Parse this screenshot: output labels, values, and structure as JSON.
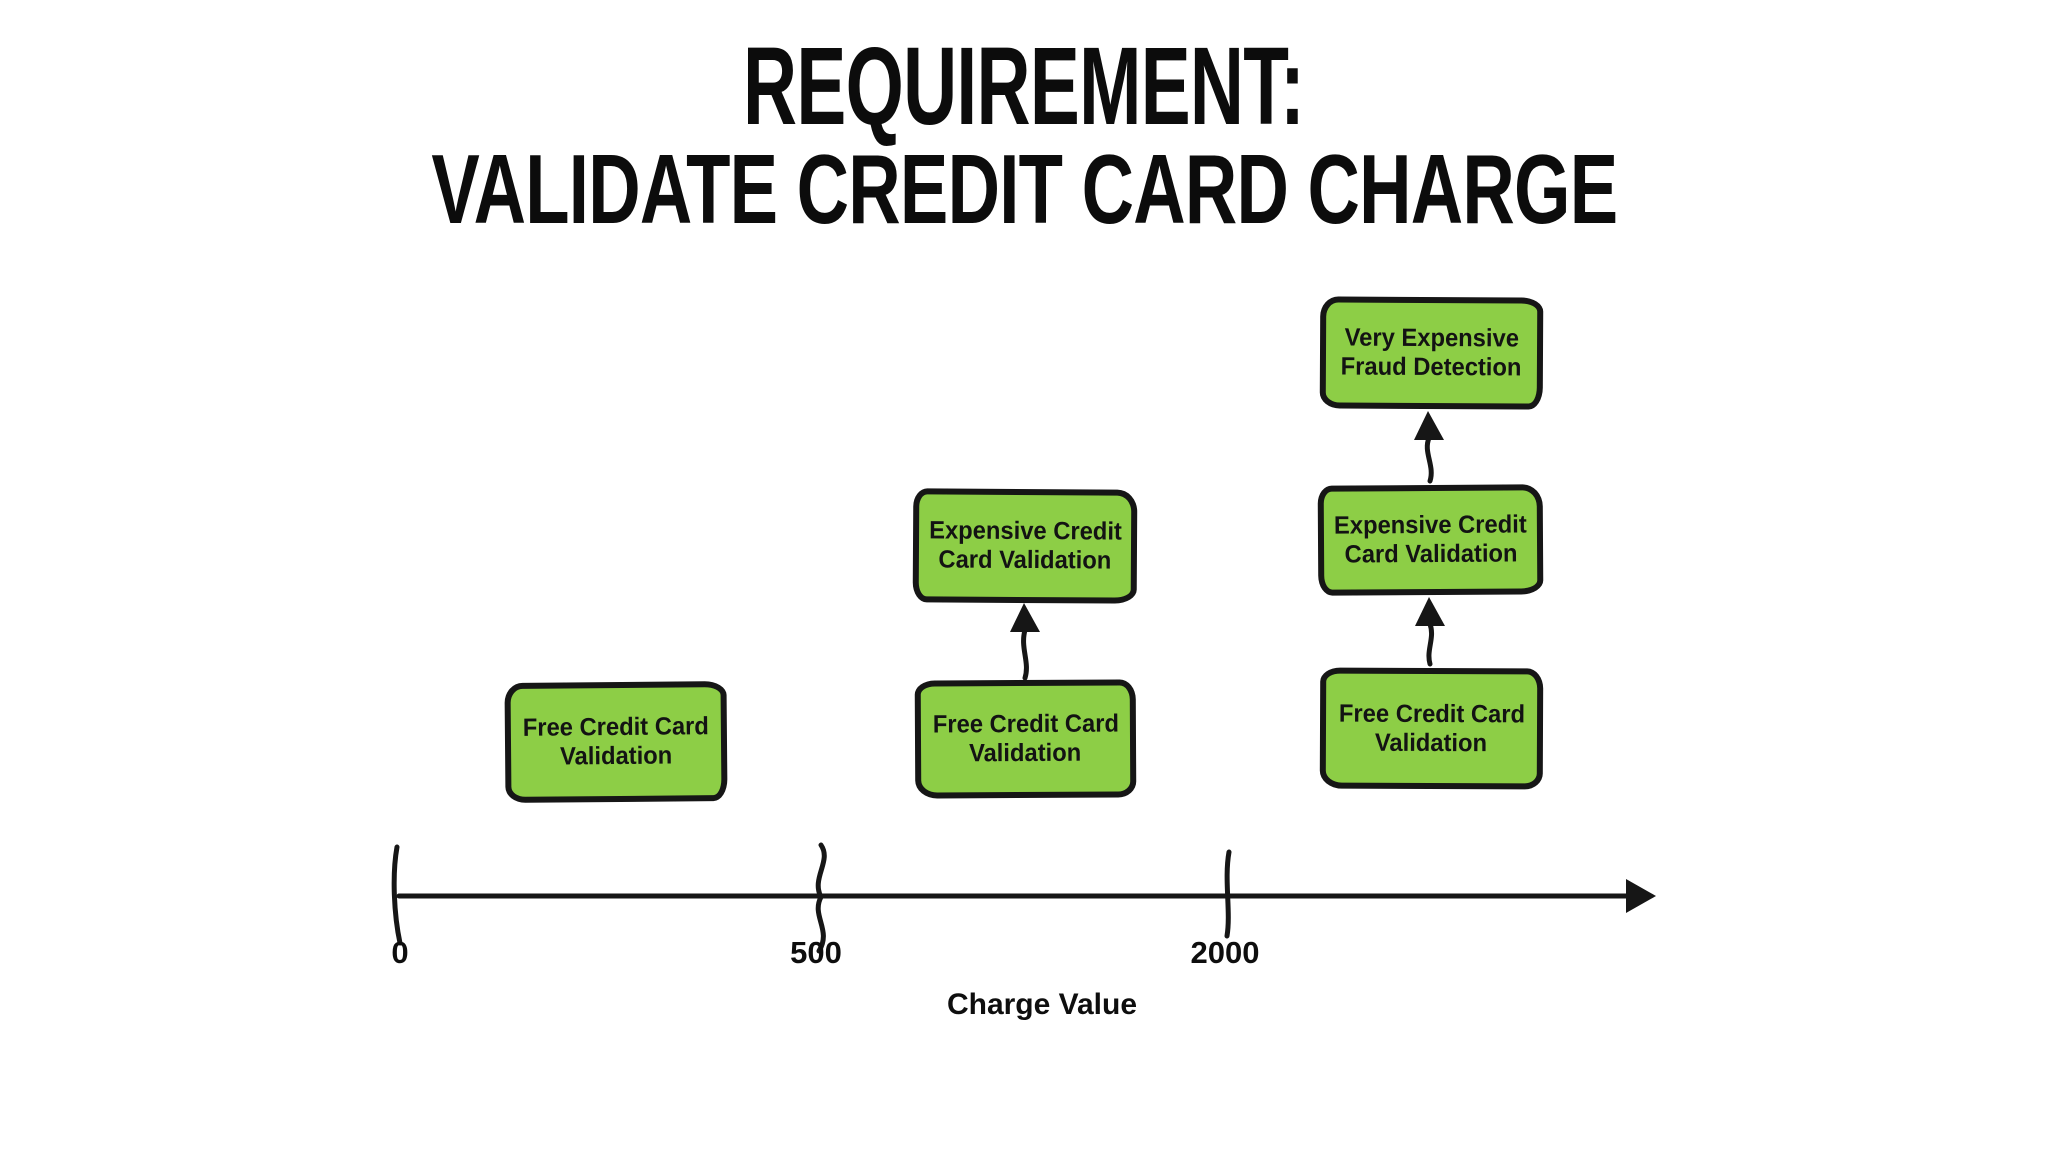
{
  "title": {
    "line1": "REQUIREMENT:",
    "line2": "VALIDATE CREDIT CARD CHARGE"
  },
  "diagram": {
    "columns": [
      {
        "boxes": [
          {
            "line1": "Free Credit Card",
            "line2": "Validation"
          }
        ]
      },
      {
        "boxes": [
          {
            "line1": "Expensive Credit",
            "line2": "Card Validation"
          },
          {
            "line1": "Free Credit Card",
            "line2": "Validation"
          }
        ]
      },
      {
        "boxes": [
          {
            "line1": "Very Expensive",
            "line2": "Fraud Detection"
          },
          {
            "line1": "Expensive Credit",
            "line2": "Card Validation"
          },
          {
            "line1": "Free Credit Card",
            "line2": "Validation"
          }
        ]
      }
    ],
    "axis": {
      "label": "Charge Value",
      "ticks": [
        "0",
        "500",
        "2000"
      ]
    }
  },
  "colors": {
    "box_fill": "#8dce46",
    "box_border": "#161616",
    "ink": "#111111",
    "background": "#ffffff"
  }
}
